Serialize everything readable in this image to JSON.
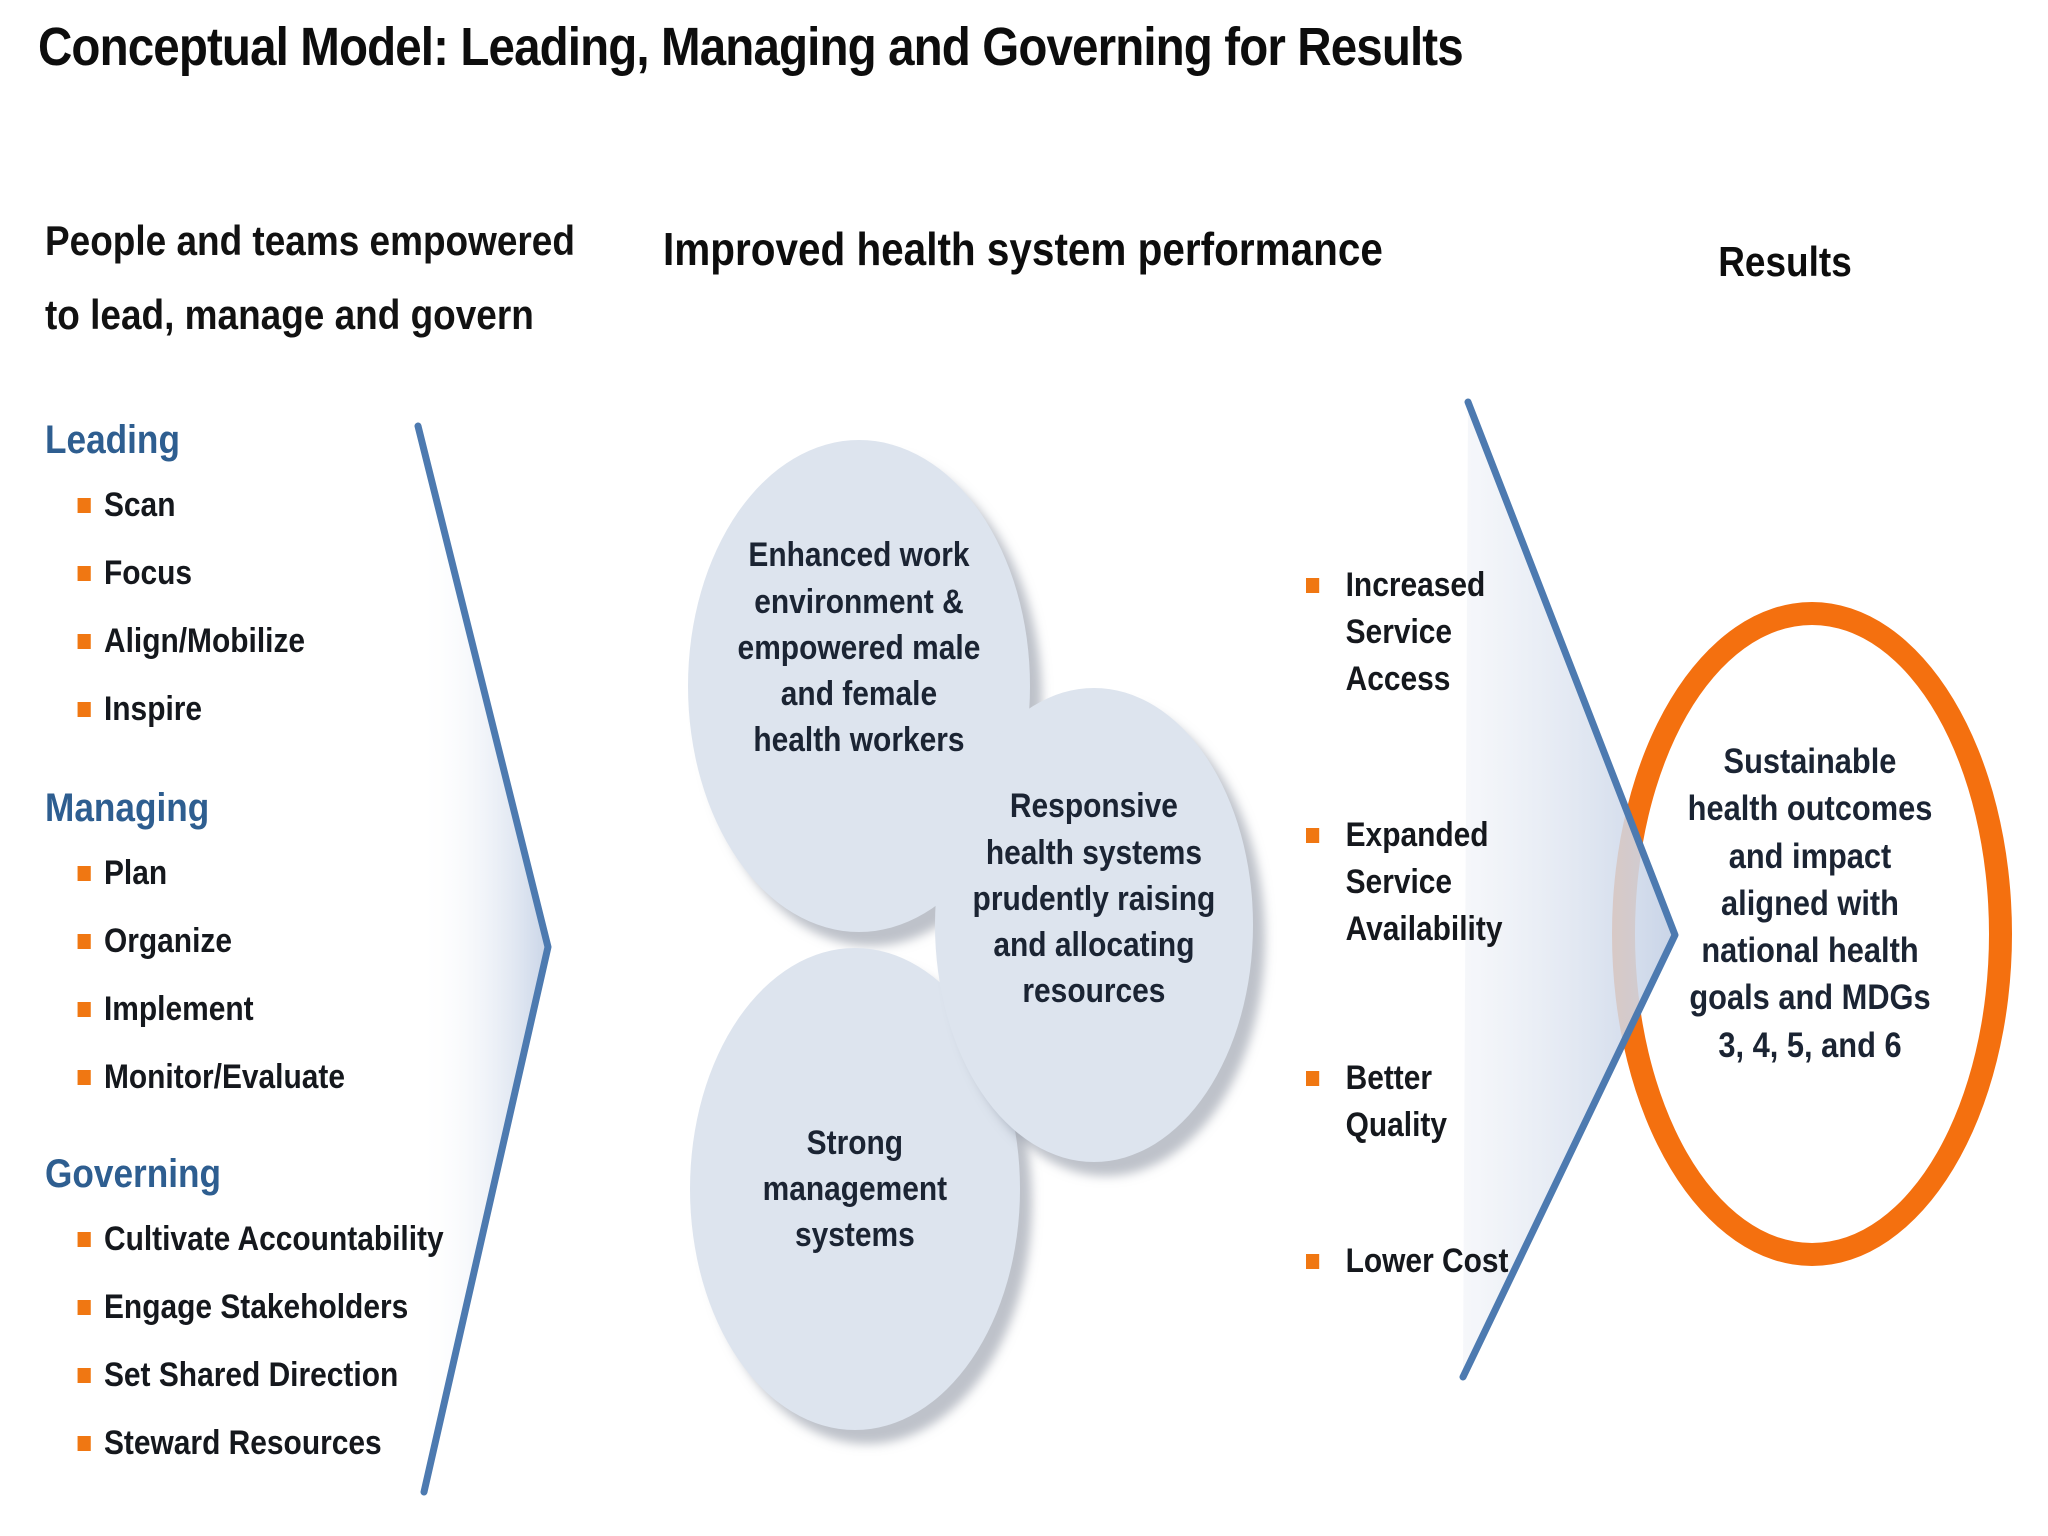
{
  "title": "Conceptual Model: Leading, Managing and Governing for Results",
  "colors": {
    "heading-blue": "#2E5E90",
    "bullet-orange": "#F07712",
    "ring-orange": "#F4700F",
    "chevron-blue": "#4D7AB0",
    "chevron-fill": "#C6D2E6",
    "ellipse-fill": "#DDE4EE",
    "navy-text": "#1B2433",
    "text-dark": "#14191F"
  },
  "left_panel": {
    "heading": "People and teams empowered\nto lead, manage and govern",
    "sections": [
      {
        "heading": "Leading",
        "items": [
          "Scan",
          "Focus",
          "Align/Mobilize",
          "Inspire"
        ]
      },
      {
        "heading": "Managing",
        "items": [
          "Plan",
          "Organize",
          "Implement",
          "Monitor/Evaluate"
        ]
      },
      {
        "heading": "Governing",
        "items": [
          "Cultivate Accountability",
          "Engage Stakeholders",
          "Set Shared Direction",
          "Steward Resources"
        ]
      }
    ]
  },
  "middle_panel": {
    "heading": "Improved health system performance",
    "ellipses": [
      {
        "text": "Enhanced work\nenvironment &\nempowered male\nand female\nhealth workers"
      },
      {
        "text": "Responsive\nhealth systems\nprudently raising\nand allocating\nresources"
      },
      {
        "text": "Strong\nmanagement\nsystems"
      }
    ]
  },
  "outcomes": {
    "items": [
      {
        "text": "Increased\nService\nAccess"
      },
      {
        "text": "Expanded\nService\nAvailability"
      },
      {
        "text": "Better\nQuality"
      },
      {
        "text": "Lower Cost"
      }
    ]
  },
  "results_panel": {
    "heading": "Results",
    "circle_text": "Sustainable\nhealth outcomes\nand impact\naligned with\nnational health\ngoals and MDGs\n3, 4, 5, and 6"
  }
}
